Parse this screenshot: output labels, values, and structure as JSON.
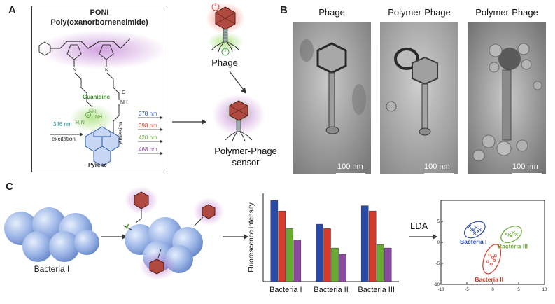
{
  "panelA": {
    "letter": "A",
    "title": "PONI",
    "subtitle": "Poly(oxanorborneneimide)",
    "guanidine_label": "Guanidine",
    "pyrene_label": "Pyrene",
    "excitation_nm": "346 nm",
    "excitation_label": "excitation",
    "emission_label": "emission",
    "emission_lines": [
      "378 nm",
      "398 nm",
      "420 nm",
      "468 nm"
    ],
    "emission_colors": [
      "#2a4aa8",
      "#d63a2a",
      "#6aaa32",
      "#8a4aa0"
    ],
    "phage_label": "Phage",
    "sensor_label_1": "Polymer-Phage",
    "sensor_label_2": "sensor",
    "minus_sign": "-",
    "plus_sign": "+"
  },
  "panelB": {
    "letter": "B",
    "images": [
      {
        "title": "Phage",
        "scale": "100 nm"
      },
      {
        "title": "Polymer-Phage",
        "scale": "100 nm"
      },
      {
        "title": "Polymer-Phage",
        "scale": "100 nm"
      }
    ]
  },
  "panelC": {
    "letter": "C",
    "bacteria_label": "Bacteria I",
    "lda_label": "LDA"
  },
  "chart_data": [
    {
      "type": "bar",
      "ylabel": "Fluorescence intensity",
      "categories": [
        "Bacteria I",
        "Bacteria II",
        "Bacteria III"
      ],
      "series_colors": [
        "#2a4aa8",
        "#d63a2a",
        "#6aaa32",
        "#8a4aa0"
      ],
      "series": [
        {
          "values": [
            0.92,
            0.65,
            0.86
          ]
        },
        {
          "values": [
            0.8,
            0.6,
            0.8
          ]
        },
        {
          "values": [
            0.6,
            0.38,
            0.42
          ]
        },
        {
          "values": [
            0.47,
            0.31,
            0.38
          ]
        }
      ],
      "ylim": [
        0,
        1
      ]
    },
    {
      "type": "scatter",
      "xlim": [
        -10,
        10
      ],
      "ylim": [
        -10,
        10
      ],
      "xticks": [
        "-10",
        "-5",
        "0",
        "5",
        "10"
      ],
      "yticks": [
        "-10",
        "-5",
        "0",
        "5"
      ],
      "groups": [
        {
          "name": "Bacteria I",
          "color": "#2a4aa8",
          "points": [
            [
              -4.5,
              3.8
            ],
            [
              -3.8,
              2.9
            ],
            [
              -3.2,
              3.5
            ],
            [
              -2.8,
              2.6
            ],
            [
              -4.0,
              3.0
            ],
            [
              -3.5,
              2.2
            ],
            [
              -2.5,
              3.0
            ]
          ]
        },
        {
          "name": "Bacteria III",
          "color": "#6aaa32",
          "points": [
            [
              2.5,
              2.0
            ],
            [
              3.2,
              1.8
            ],
            [
              4.0,
              2.3
            ],
            [
              3.6,
              1.5
            ],
            [
              4.6,
              1.9
            ]
          ]
        },
        {
          "name": "Bacteria II",
          "color": "#d63a2a",
          "points": [
            [
              -0.6,
              -3.0
            ],
            [
              0.0,
              -3.6
            ],
            [
              0.3,
              -4.3
            ],
            [
              -0.3,
              -5.2
            ],
            [
              -1.0,
              -4.6
            ],
            [
              0.5,
              -3.2
            ]
          ]
        }
      ]
    }
  ]
}
